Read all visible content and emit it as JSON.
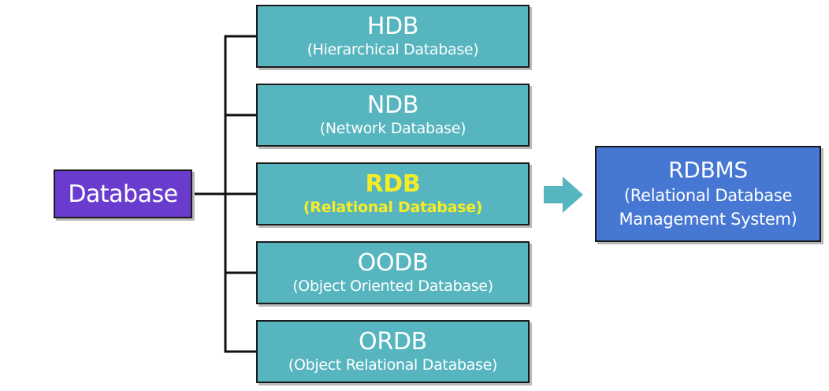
{
  "root": {
    "label": "Database"
  },
  "types": [
    {
      "abbr": "HDB",
      "full": "(Hierarchical Database)"
    },
    {
      "abbr": "NDB",
      "full": "(Network Database)"
    },
    {
      "abbr": "RDB",
      "full": "(Relational Database)",
      "highlighted": true
    },
    {
      "abbr": "OODB",
      "full": "(Object Oriented Database)"
    },
    {
      "abbr": "ORDB",
      "full": "(Object Relational Database)"
    }
  ],
  "result": {
    "abbr": "RDBMS",
    "full": "(Relational Database Management System)"
  },
  "colors": {
    "root_box": "#6a3cce",
    "type_box": "#56b5be",
    "highlight_text": "#f5ec29",
    "result_box": "#4577d3",
    "arrow": "#56b5be"
  }
}
